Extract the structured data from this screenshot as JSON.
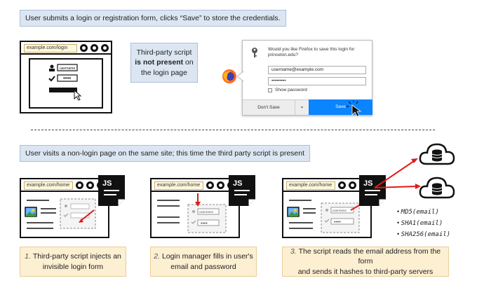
{
  "top": {
    "banner": "User submits a login or registration form, clicks “Save” to store the credentials.",
    "url": "example.com/login",
    "note_line1": "Third-party script",
    "note_bold": "is not present",
    "note_after": "on",
    "note_line3": "the login page",
    "dialog": {
      "question_line1": "Would you like Firefox to save this login for",
      "question_line2": "princeton.edu?",
      "username_value": "username@example.com",
      "password_value": "•••••••••",
      "show_password": "Show password",
      "dont_save": "Don't Save",
      "dropdown": "⌄",
      "save": "Save"
    }
  },
  "bottom": {
    "banner": "User visits a non-login page on the same site; this time the third party script is present",
    "url": "example.com/home",
    "js_label": "JS",
    "hashes": [
      "MD5(email)",
      "SHA1(email)",
      "SHA256(email)"
    ],
    "steps": [
      {
        "num": "1.",
        "text_line1": "Third-party script injects an",
        "text_line2": "invisible login form"
      },
      {
        "num": "2.",
        "text_line1": "Login manager fills in user's",
        "text_line2": "email and password"
      },
      {
        "num": "3.",
        "text_line1": "The script reads the email address from the form",
        "text_line2": "and sends it hashes to third-party servers"
      }
    ]
  },
  "colors": {
    "arrow": "#e01b1b",
    "banner_bg": "#dce6f2",
    "note_bg": "#fcefd2",
    "firefox_blue": "#0a84ff"
  },
  "icons": [
    "firefox-icon",
    "key-icon",
    "cloud-database-icon",
    "image-icon",
    "user-icon",
    "checkmark-icon",
    "cursor-icon"
  ]
}
